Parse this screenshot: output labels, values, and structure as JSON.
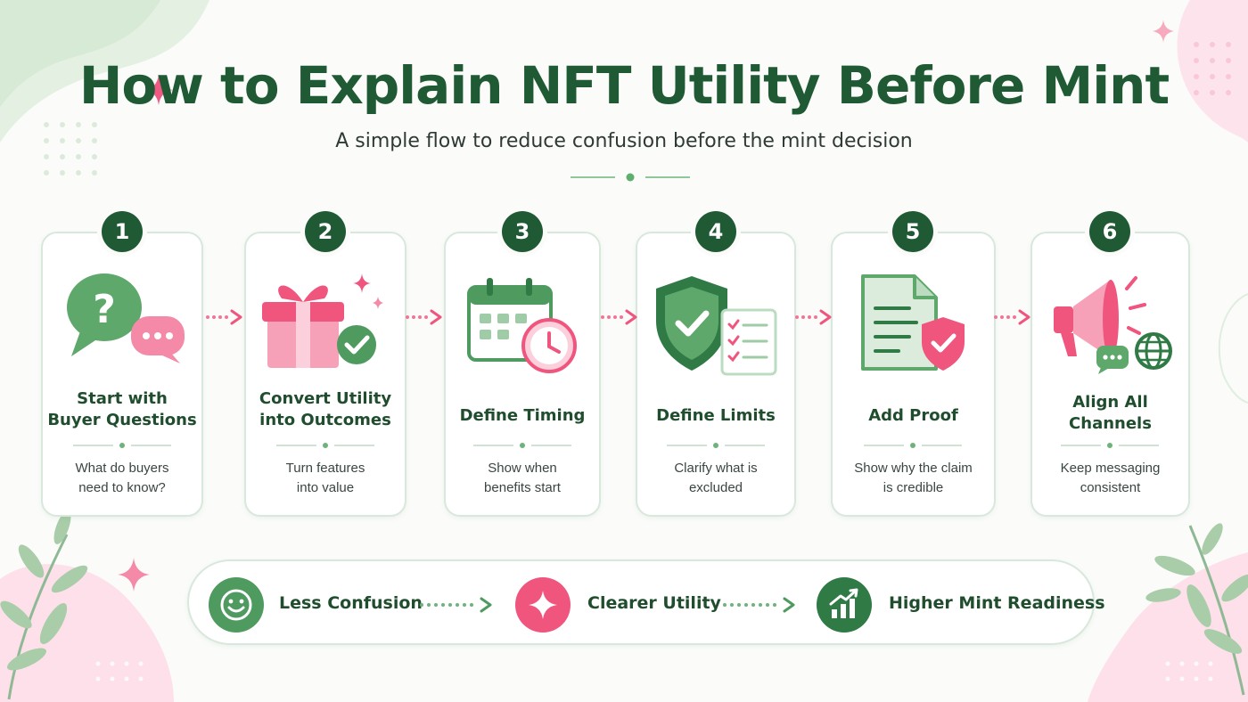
{
  "title": "How to Explain NFT Utility Before Mint",
  "subtitle": "A simple flow to reduce confusion before the mint decision",
  "colors": {
    "dark_green": "#1f5a34",
    "green": "#4f9a5f",
    "pink": "#f0557e",
    "light_pink": "#fbd0dc"
  },
  "steps": [
    {
      "number": "1",
      "title_line1": "Start with",
      "title_line2": "Buyer Questions",
      "desc_line1": "What do buyers",
      "desc_line2": "need to know?",
      "icon": "question-chat-icon"
    },
    {
      "number": "2",
      "title_line1": "Convert Utility",
      "title_line2": "into Outcomes",
      "desc_line1": "Turn features",
      "desc_line2": "into value",
      "icon": "gift-check-icon"
    },
    {
      "number": "3",
      "title_line1": "Define Timing",
      "title_line2": "",
      "desc_line1": "Show when",
      "desc_line2": "benefits start",
      "icon": "calendar-clock-icon"
    },
    {
      "number": "4",
      "title_line1": "Define Limits",
      "title_line2": "",
      "desc_line1": "Clarify what is",
      "desc_line2": "excluded",
      "icon": "shield-checklist-icon"
    },
    {
      "number": "5",
      "title_line1": "Add Proof",
      "title_line2": "",
      "desc_line1": "Show why the claim",
      "desc_line2": "is credible",
      "icon": "document-shield-icon"
    },
    {
      "number": "6",
      "title_line1": "Align All",
      "title_line2": "Channels",
      "desc_line1": "Keep messaging",
      "desc_line2": "consistent",
      "icon": "megaphone-globe-icon"
    }
  ],
  "outcomes": [
    {
      "label": "Less Confusion",
      "icon": "smiley-icon"
    },
    {
      "label": "Clearer Utility",
      "icon": "sparkle-icon"
    },
    {
      "label": "Higher Mint Readiness",
      "icon": "growth-chart-icon"
    }
  ]
}
